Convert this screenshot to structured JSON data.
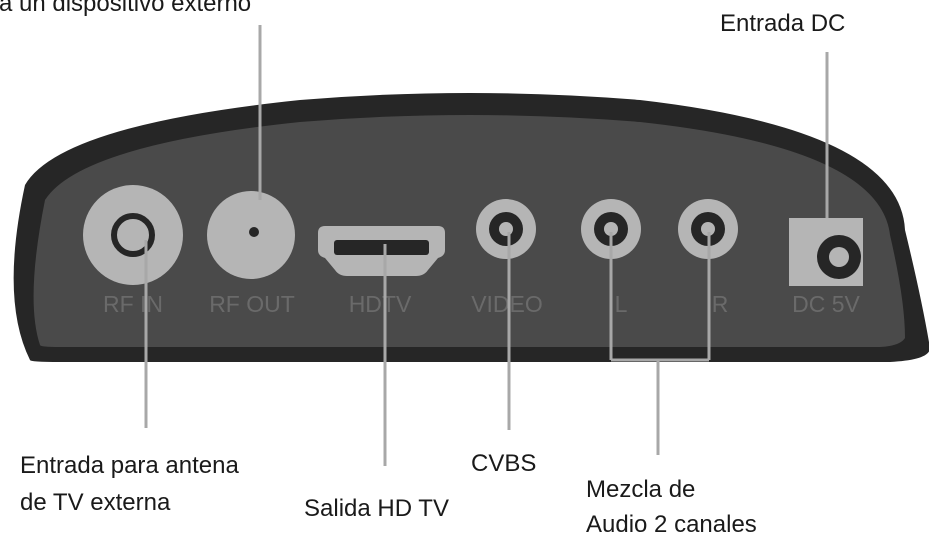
{
  "panel_labels": {
    "rf_in": "RF IN",
    "rf_out": "RF OUT",
    "hdtv": "HDTV",
    "video": "VIDEO",
    "audio_l": "L",
    "audio_r": "R",
    "dc": "DC 5V"
  },
  "callouts": {
    "rf_out_partial": "a un dispositivo externo",
    "dc_input": "Entrada DC",
    "antenna_line1": "Entrada para antena",
    "antenna_line2": "de TV externa",
    "hd_output": "Salida HD TV",
    "cvbs": "CVBS",
    "audio_line1": "Mezcla de",
    "audio_line2": "Audio 2 canales"
  },
  "colors": {
    "body": "#4a4a4a",
    "edge": "#262626",
    "port": "#b5b5b5",
    "label": "#6a6a6a",
    "leader": "#a8a8a8"
  }
}
